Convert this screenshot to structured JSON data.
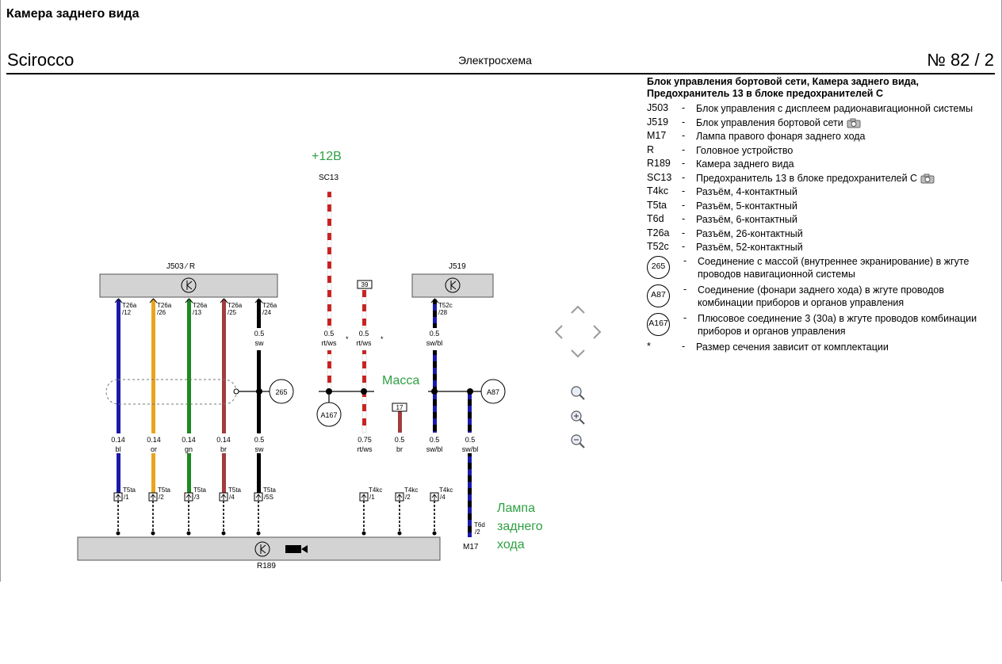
{
  "header": {
    "title": "Камера заднего вида",
    "model": "Scirocco",
    "doc_type": "Электросхема",
    "page_number": "№  82 / 2"
  },
  "legend": {
    "heading": "Блок управления бортовой сети, Камера заднего вида, Предохранитель 13 в блоке предохранителей C",
    "items": [
      {
        "code": "J503",
        "desc": "Блок управления с дисплеем радионавигационной системы",
        "camera": false
      },
      {
        "code": "J519",
        "desc": "Блок управления бортовой сети",
        "camera": true
      },
      {
        "code": "M17",
        "desc": "Лампа правого фонаря заднего хода",
        "camera": false
      },
      {
        "code": "R",
        "desc": "Головное устройство",
        "camera": false
      },
      {
        "code": "R189",
        "desc": "Камера заднего вида",
        "camera": false
      },
      {
        "code": "SC13",
        "desc": "Предохранитель 13 в блоке предохранителей C",
        "camera": true
      },
      {
        "code": "T4kc",
        "desc": "Разъём, 4-контактный",
        "camera": false
      },
      {
        "code": "T5ta",
        "desc": "Разъём, 5-контактный",
        "camera": false
      },
      {
        "code": "T6d",
        "desc": "Разъём, 6-контактный",
        "camera": false
      },
      {
        "code": "T26a",
        "desc": "Разъём, 26-контактный",
        "camera": false
      },
      {
        "code": "T52c",
        "desc": "Разъём, 52-контактный",
        "camera": false
      }
    ],
    "circle_items": [
      {
        "code": "265",
        "desc": "Соединение с массой (внутреннее экранирование) в жгуте проводов навигационной системы"
      },
      {
        "code": "A87",
        "desc": "Соединение (фонари заднего хода) в жгуте проводов комбинации приборов и органов управления"
      },
      {
        "code": "A167",
        "desc": "Плюсовое соединение 3 (30a) в жгуте проводов комбинации приборов и органов управления"
      }
    ],
    "note": {
      "code": "*",
      "desc": "Размер сечения зависит от комплектации"
    }
  },
  "diagram": {
    "annotations": {
      "plus12": "+12В",
      "ground": "Масса",
      "lamp_l1": "Лампа",
      "lamp_l2": "заднего",
      "lamp_l3": "хода"
    },
    "components": {
      "j503": "J503 ⁄ R",
      "j519": "J519",
      "sc13": "SC13",
      "r189": "R189",
      "m17": "M17"
    },
    "nodes": {
      "n265": "265",
      "a87": "A87",
      "a167": "A167",
      "f39": "39",
      "f17": "17",
      "star": "*"
    },
    "wires": [
      {
        "top_conn": "T26a",
        "top_pin": "/12",
        "size": "0.14",
        "color": "bl",
        "bot_conn": "T5ta",
        "bot_pin": "/1"
      },
      {
        "top_conn": "T26a",
        "top_pin": "/26",
        "size": "0.14",
        "color": "or",
        "bot_conn": "T5ta",
        "bot_pin": "/2"
      },
      {
        "top_conn": "T26a",
        "top_pin": "/13",
        "size": "0.14",
        "color": "gn",
        "bot_conn": "T5ta",
        "bot_pin": "/3"
      },
      {
        "top_conn": "T26a",
        "top_pin": "/25",
        "size": "0.14",
        "color": "br",
        "bot_conn": "T5ta",
        "bot_pin": "/4"
      },
      {
        "top_conn": "T26a",
        "top_pin": "/24",
        "size_top": "0.5",
        "color_top": "sw",
        "size": "0.5",
        "color": "sw",
        "bot_conn": "T5ta",
        "bot_pin": "/5S"
      },
      {
        "size_top": "0.5",
        "color_top": "rt/ws"
      },
      {
        "size_top": "0.5",
        "color_top": "rt/ws",
        "size": "0.75",
        "color": "rt/ws",
        "bot_conn": "T4kc",
        "bot_pin": "/1"
      },
      {
        "size": "0.5",
        "color": "br",
        "bot_conn": "T4kc",
        "bot_pin": "/2"
      },
      {
        "top_conn": "T52c",
        "top_pin": "/28",
        "size_top": "0.5",
        "color_top": "sw/bl",
        "size": "0.5",
        "color": "sw/bl",
        "bot_conn": "T4kc",
        "bot_pin": "/4"
      },
      {
        "size": "0.5",
        "color": "sw/bl",
        "bot_conn": "T6d",
        "bot_pin": "/2"
      }
    ],
    "colors": {
      "bl": "#1a1aa8",
      "or": "#e9a51f",
      "gn": "#1e8a1e",
      "br": "#a23c3c",
      "sw": "#000000",
      "rt": "#cc1f1f",
      "ws": "#ffffff",
      "annotation": "#2ea043"
    }
  }
}
